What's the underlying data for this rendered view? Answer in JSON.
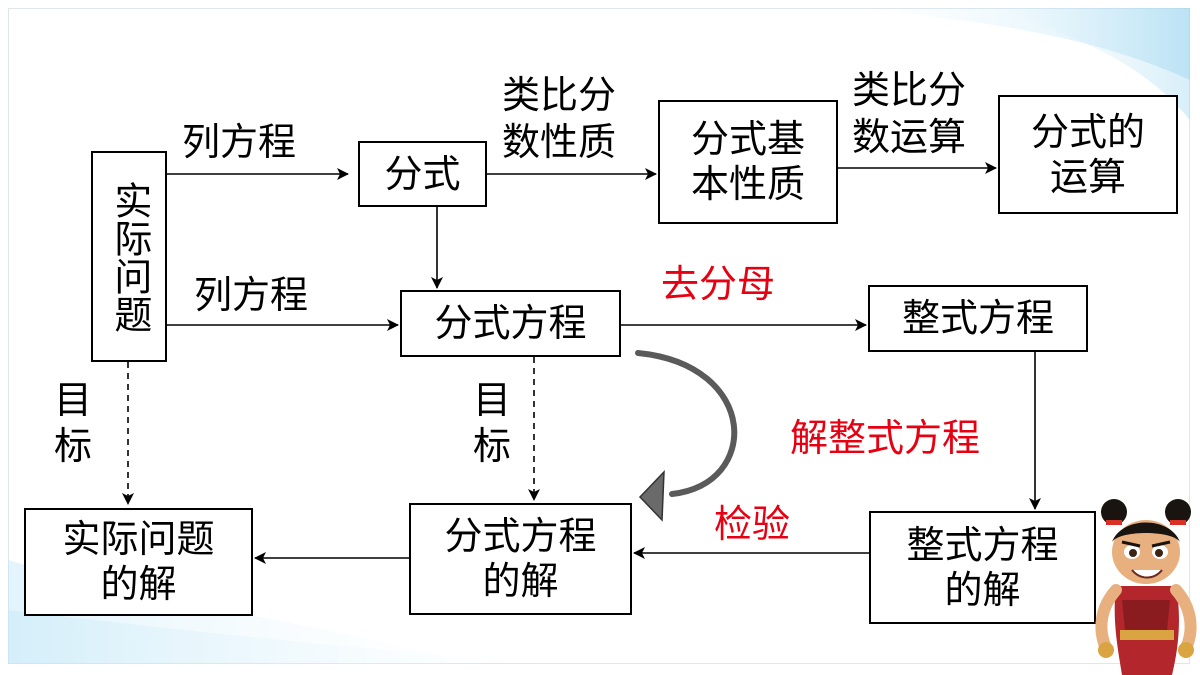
{
  "boxes": {
    "real_problem": "实际问题",
    "fraction": "分式",
    "fraction_basic_property": "分式基\n本性质",
    "fraction_operations": "分式的\n运算",
    "fractional_equation": "分式方程",
    "integral_equation": "整式方程",
    "real_problem_solution": "实际问题\n的解",
    "fractional_equation_solution": "分式方程\n的解",
    "integral_equation_solution": "整式方程\n的解"
  },
  "labels": {
    "list_equation_top": "列方程",
    "list_equation_mid": "列方程",
    "analogy_fraction_property": "类比分\n数性质",
    "analogy_fraction_operation": "类比分\n数运算",
    "remove_denominator": "去分母",
    "solve_integral_equation": "解整式方程",
    "check": "检验",
    "goal_left": "目\n标",
    "goal_mid": "目\n标"
  },
  "colors": {
    "text": "#000000",
    "highlight": "#e60012",
    "curved_arrow": "#5a5a5a",
    "background_accent": "#bfe3f5"
  },
  "decorations": {
    "character_icon": "cartoon-character-icon"
  }
}
